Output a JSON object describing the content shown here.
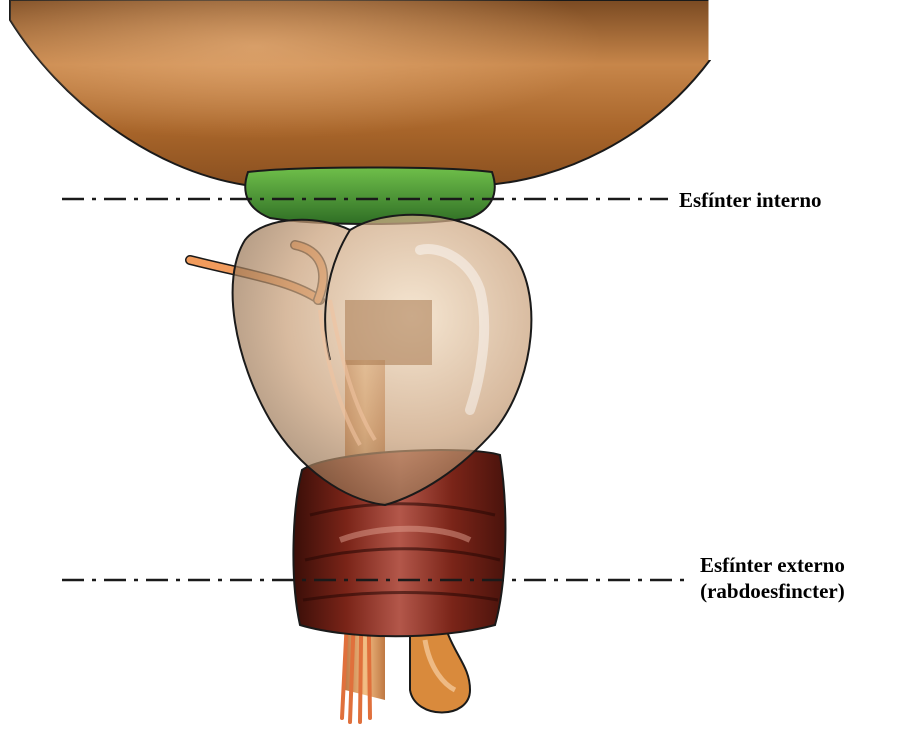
{
  "labels": {
    "internal_sphincter": "Esfínter interno",
    "external_sphincter_line1": "Esfínter externo",
    "external_sphincter_line2": "(rabdoesfincter)"
  },
  "colors": {
    "bladder": "#a8652a",
    "internal_sphincter": "#4f9a3c",
    "prostate": "#c9a07a",
    "rhabdosphincter": "#7a2418",
    "urethra": "#e0a465",
    "nerves": "#e0703c"
  }
}
